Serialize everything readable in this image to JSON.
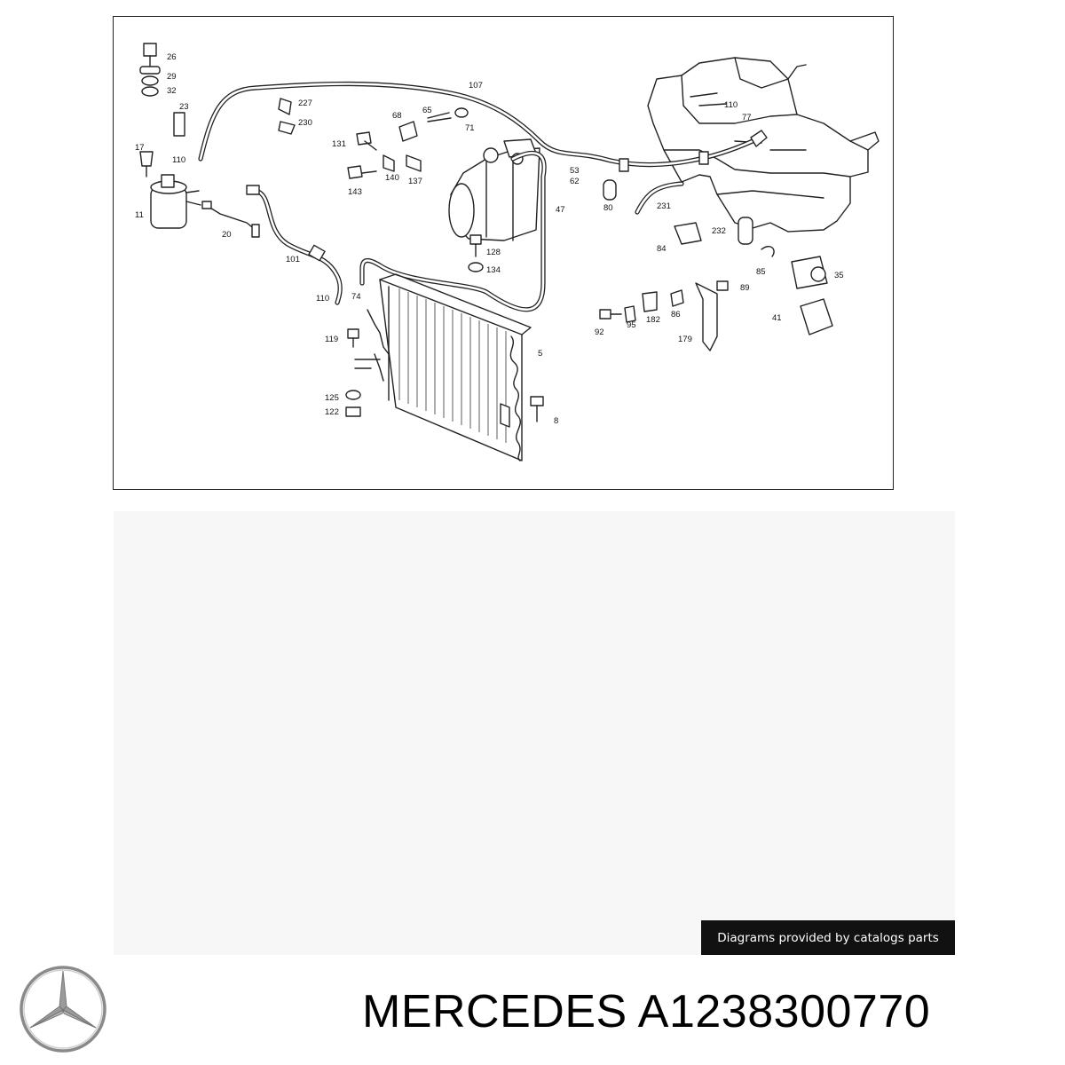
{
  "diagram": {
    "callouts": [
      "26",
      "29",
      "32",
      "23",
      "17",
      "110",
      "11",
      "20",
      "227",
      "230",
      "131",
      "68",
      "65",
      "71",
      "143",
      "140",
      "137",
      "107",
      "110",
      "77",
      "53",
      "62",
      "47",
      "80",
      "231",
      "232",
      "84",
      "128",
      "134",
      "101",
      "110",
      "74",
      "119",
      "125",
      "122",
      "5",
      "8",
      "85",
      "35",
      "89",
      "92",
      "95",
      "182",
      "86",
      "179",
      "41"
    ]
  },
  "attribution": {
    "text": "Diagrams provided by catalogs parts"
  },
  "footer": {
    "title": "MERCEDES A1238300770",
    "logo": "mercedes-star-logo"
  }
}
